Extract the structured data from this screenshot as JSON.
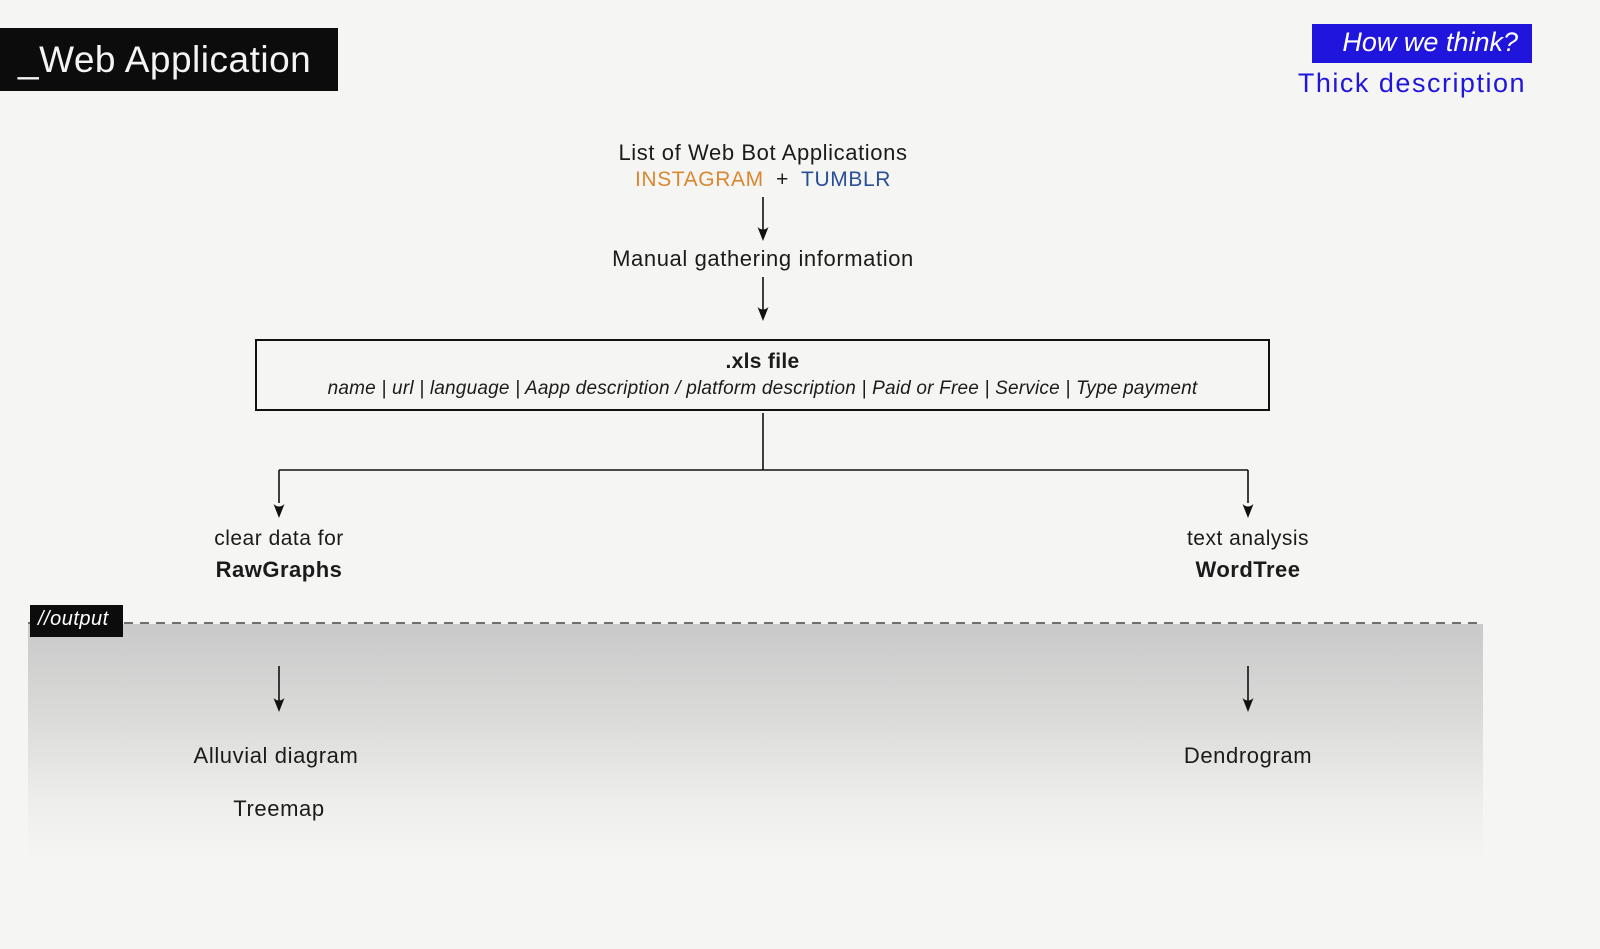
{
  "title": "_Web Application",
  "header": {
    "badge": "How we think?",
    "subtitle": "Thick description"
  },
  "flow": {
    "list_title": "List of Web Bot Applications",
    "instagram": "INSTAGRAM",
    "plus": "+",
    "tumblr": "TUMBLR",
    "manual_step": "Manual gathering information",
    "xls": {
      "title": ".xls file",
      "fields": "name | url | language | Aapp description / platform description  | Paid or Free | Service | Type payment"
    }
  },
  "branches": {
    "left": {
      "line1": "clear data for",
      "tool": "RawGraphs"
    },
    "right": {
      "line1": "text analysis",
      "tool": "WordTree"
    }
  },
  "output": {
    "label": "//output",
    "left_items": [
      "Alluvial diagram",
      "Treemap"
    ],
    "right_items": [
      "Dendrogram"
    ]
  },
  "colors": {
    "background": "#f5f5f3",
    "ink": "#1b1b1b",
    "black_box": "#0c0c0c",
    "accent_blue": "#2015dd",
    "instagram_orange": "#d9882f",
    "tumblr_navy": "#2a4f94",
    "panel_gray_top": "#c9c9c9"
  }
}
